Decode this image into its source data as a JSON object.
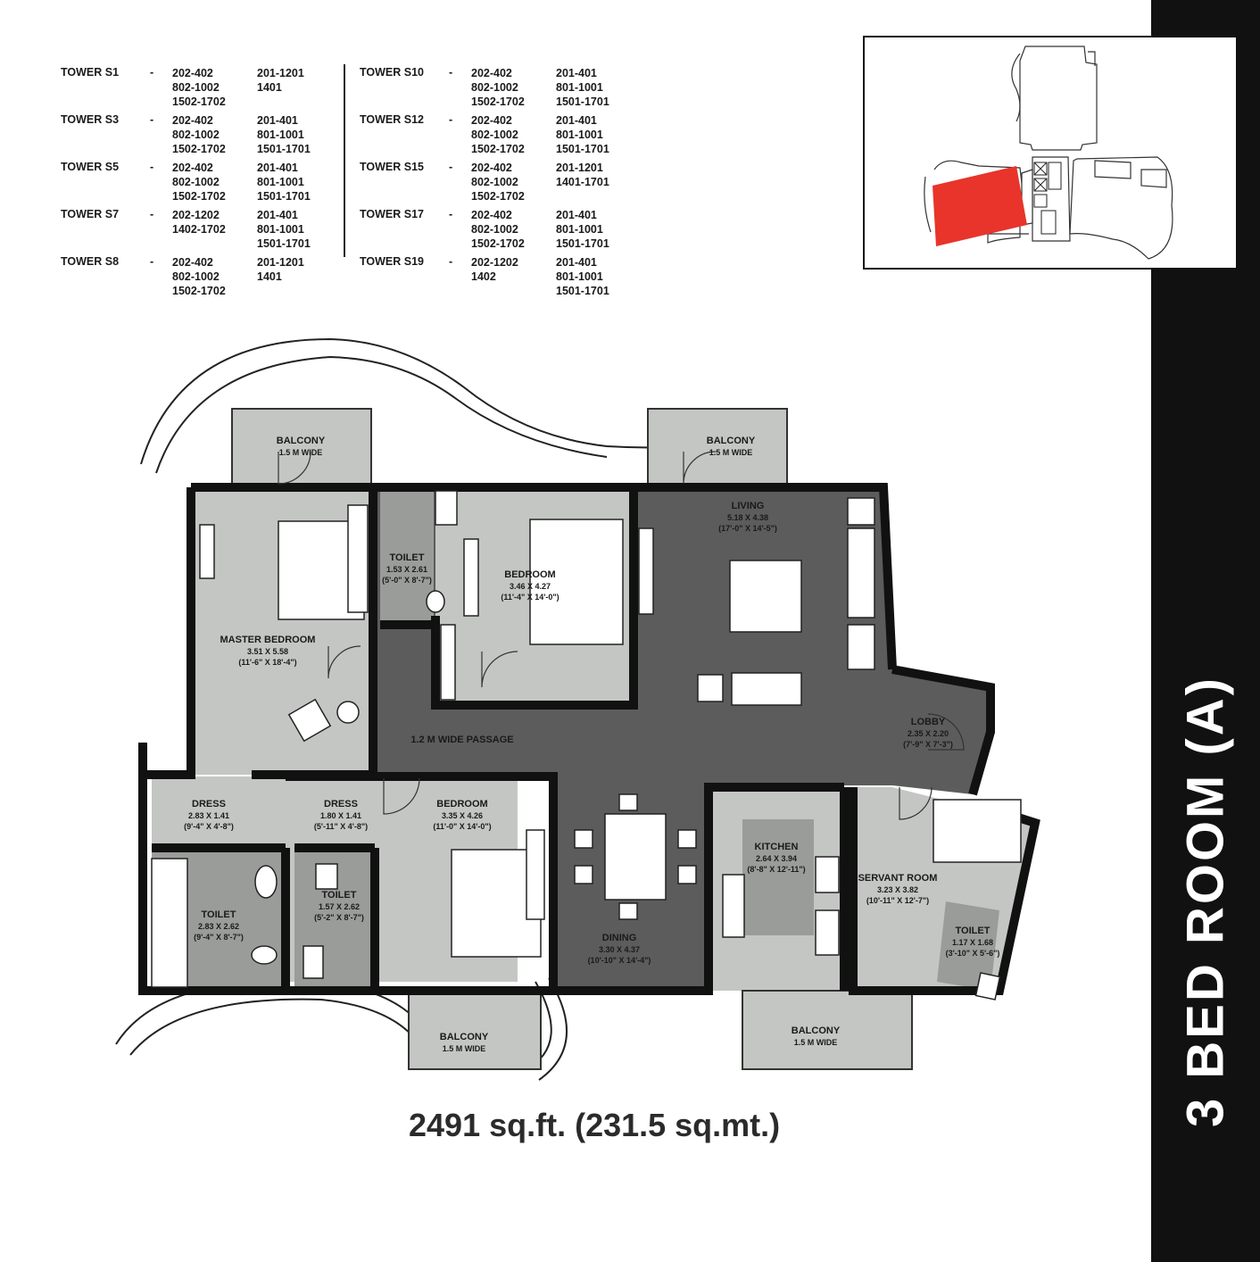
{
  "title": "3 BED ROOM (A)",
  "area": "2491 sq.ft. (231.5 sq.mt.)",
  "towers_left": [
    {
      "name": "TOWER S1",
      "dash": "-",
      "col1": "202-402\n802-1002\n1502-1702",
      "col2": "201-1201\n1401"
    },
    {
      "name": "TOWER S3",
      "dash": "-",
      "col1": "202-402\n802-1002\n1502-1702",
      "col2": "201-401\n801-1001\n1501-1701"
    },
    {
      "name": "TOWER S5",
      "dash": "-",
      "col1": "202-402\n802-1002\n1502-1702",
      "col2": "201-401\n801-1001\n1501-1701"
    },
    {
      "name": "TOWER S7",
      "dash": "-",
      "col1": "202-1202\n1402-1702",
      "col2": "201-401\n801-1001\n1501-1701"
    },
    {
      "name": "TOWER S8",
      "dash": "-",
      "col1": "202-402\n802-1002\n1502-1702",
      "col2": "201-1201\n1401"
    }
  ],
  "towers_right": [
    {
      "name": "TOWER S10",
      "dash": "-",
      "col1": "202-402\n802-1002\n1502-1702",
      "col2": "201-401\n801-1001\n1501-1701"
    },
    {
      "name": "TOWER S12",
      "dash": "-",
      "col1": "202-402\n802-1002\n1502-1702",
      "col2": "201-401\n801-1001\n1501-1701"
    },
    {
      "name": "TOWER S15",
      "dash": "-",
      "col1": "202-402\n802-1002\n1502-1702",
      "col2": "201-1201\n1401-1701"
    },
    {
      "name": "TOWER S17",
      "dash": "-",
      "col1": "202-402\n802-1002\n1502-1702",
      "col2": "201-401\n801-1001\n1501-1701"
    },
    {
      "name": "TOWER S19",
      "dash": "-",
      "col1": "202-1202\n1402",
      "col2": "201-401\n801-1001\n1501-1701"
    }
  ],
  "rooms": {
    "balcony_1": {
      "name": "BALCONY",
      "size": "1.5 M WIDE"
    },
    "balcony_2": {
      "name": "BALCONY",
      "size": "1.5 M WIDE"
    },
    "balcony_3": {
      "name": "BALCONY",
      "size": "1.5 M WIDE"
    },
    "balcony_4": {
      "name": "BALCONY",
      "size": "1.5 M WIDE"
    },
    "master_bedroom": {
      "name": "MASTER BEDROOM",
      "size": "3.51 X 5.58",
      "imperial": "(11'-6\" X 18'-4\")"
    },
    "toilet_top": {
      "name": "TOILET",
      "size": "1.53 X 2.61",
      "imperial": "(5'-0\" X 8'-7\")"
    },
    "bedroom_top": {
      "name": "BEDROOM",
      "size": "3.46 X 4.27",
      "imperial": "(11'-4\" X 14'-0\")"
    },
    "living": {
      "name": "LIVING",
      "size": "5.18 X 4.38",
      "imperial": "(17'-0\" X 14'-5\")"
    },
    "lobby": {
      "name": "LOBBY",
      "size": "2.35 X 2.20",
      "imperial": "(7'-9\" X 7'-3\")"
    },
    "passage": {
      "name": "1.2 M WIDE PASSAGE"
    },
    "dress_left": {
      "name": "DRESS",
      "size": "2.83 X 1.41",
      "imperial": "(9'-4\" X 4'-8\")"
    },
    "dress_mid": {
      "name": "DRESS",
      "size": "1.80 X 1.41",
      "imperial": "(5'-11\" X 4'-8\")"
    },
    "bedroom_bottom": {
      "name": "BEDROOM",
      "size": "3.35 X 4.26",
      "imperial": "(11'-0\" X 14'-0\")"
    },
    "toilet_left": {
      "name": "TOILET",
      "size": "2.83 X 2.62",
      "imperial": "(9'-4\" X 8'-7\")"
    },
    "toilet_mid": {
      "name": "TOILET",
      "size": "1.57 X 2.62",
      "imperial": "(5'-2\" X 8'-7\")"
    },
    "dining": {
      "name": "DINING",
      "size": "3.30 X 4.37",
      "imperial": "(10'-10\" X 14'-4\")"
    },
    "kitchen": {
      "name": "KITCHEN",
      "size": "2.64 X 3.94",
      "imperial": "(8'-8\" X 12'-11\")"
    },
    "servant_room": {
      "name": "SERVANT ROOM",
      "size": "3.23 X 3.82",
      "imperial": "(10'-11\" X 12'-7\")"
    },
    "toilet_servant": {
      "name": "TOILET",
      "size": "1.17 X 1.68",
      "imperial": "(3'-10\" X 5'-6\")"
    }
  },
  "colors": {
    "highlight": "#e8342a",
    "band": "#111111",
    "dark_floor": "#5c5c5c",
    "light_floor": "#c4c6c4",
    "wet_floor": "#9a9c9a",
    "wall": "#111111"
  }
}
